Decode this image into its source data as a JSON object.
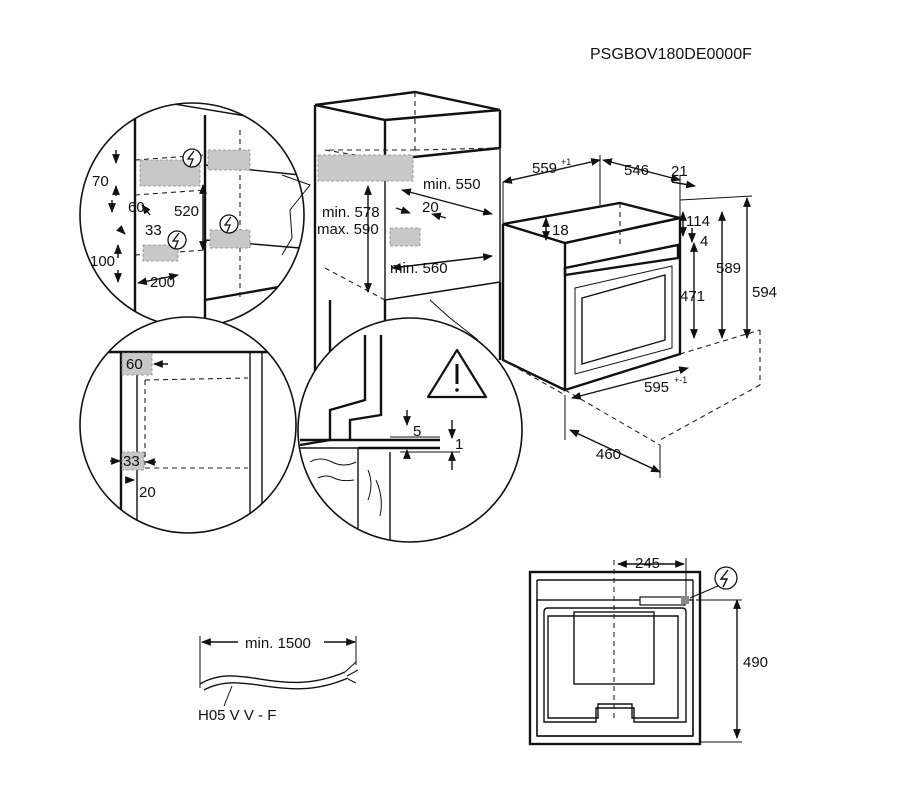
{
  "model_code": "PSGBOV180DE0000F",
  "cable_label": "H05 V V - F",
  "cable_length_label": "min. 1500",
  "top_view": {
    "dim_559": "559",
    "dim_559_tol": "+1",
    "dim_546": "546",
    "dim_21": "21",
    "dim_18": "18",
    "dim_114": "114",
    "dim_4": "4",
    "dim_471": "471",
    "dim_589": "589",
    "dim_594": "594",
    "dim_595": "595",
    "dim_595_tol": "+-1",
    "dim_460": "460"
  },
  "cabinet": {
    "min_550": "min. 550",
    "min_578": "min. 578",
    "max_590": "max. 590",
    "dim_20": "20",
    "min_560": "min. 560"
  },
  "detail_top_left": {
    "d70": "70",
    "d60": "60",
    "d520": "520",
    "d33": "33",
    "d100": "100",
    "d200": "200"
  },
  "detail_mid_left": {
    "d60": "60",
    "d33": "33",
    "d20": "20"
  },
  "detail_warning": {
    "d5": "5",
    "d1": "1"
  },
  "back_view": {
    "d245": "245",
    "d490": "490"
  },
  "icons": [
    "electrical-connection-icon",
    "warning-triangle-icon"
  ]
}
